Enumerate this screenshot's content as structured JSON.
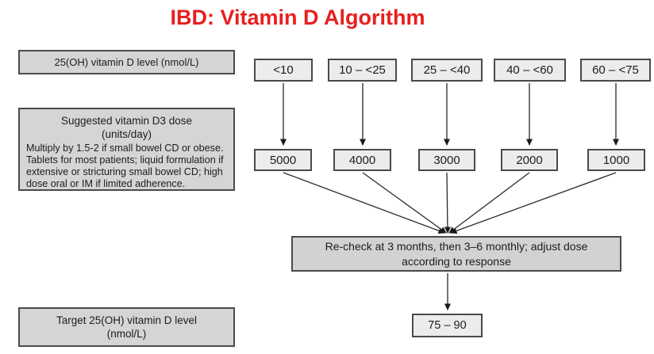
{
  "title": "IBD: Vitamin D Algorithm",
  "colors": {
    "title_red": "#e71f1f",
    "gray_fill": "#d5d5d5",
    "light_fill": "#ececec",
    "recheck_fill": "#d2d2d2",
    "border": "#4a4a4a",
    "arrow": "#2a2a2a"
  },
  "left_labels": {
    "level_label": "25(OH) vitamin D level (nmol/L)",
    "dose_title": "Suggested vitamin D3 dose",
    "dose_unit": "(units/day)",
    "dose_note": "Multiply by 1.5-2 if small bowel CD or obese. Tablets for most patients; liquid formulation if extensive or stricturing small bowel CD; high dose oral or IM if limited adherence.",
    "target_label": "Target 25(OH) vitamin D level",
    "target_unit": "(nmol/L)"
  },
  "columns": [
    {
      "range": "<10",
      "dose": "5000"
    },
    {
      "range": "10 – <25",
      "dose": "4000"
    },
    {
      "range": "25 – <40",
      "dose": "3000"
    },
    {
      "range": "40 – <60",
      "dose": "2000"
    },
    {
      "range": "60 – <75",
      "dose": "1000"
    }
  ],
  "recheck": {
    "line1": "Re-check at 3 months, then 3–6 monthly; adjust dose",
    "line2": "according to response"
  },
  "target_value": "75 – 90"
}
